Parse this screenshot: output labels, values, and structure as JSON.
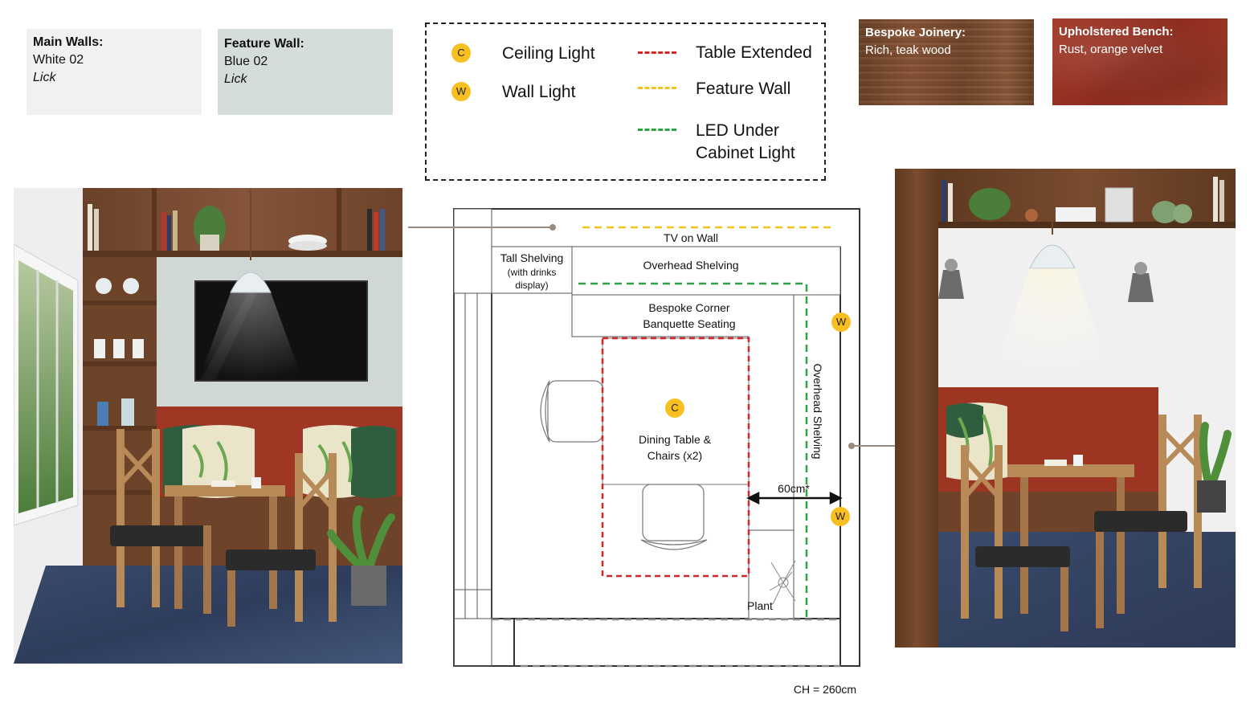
{
  "swatches": {
    "main_walls": {
      "title": "Main Walls:",
      "value": "White 02",
      "brand": "Lick",
      "color": "#f1f1f1"
    },
    "feature_wall": {
      "title": "Feature Wall:",
      "value": "Blue 02",
      "brand": "Lick",
      "color": "#d4ddda"
    },
    "joinery": {
      "title": "Bespoke Joinery:",
      "value": "Rich, teak wood"
    },
    "bench": {
      "title": "Upholstered Bench:",
      "value": "Rust, orange velvet"
    }
  },
  "legend": {
    "ceiling_symbol": "C",
    "ceiling_label": "Ceiling Light",
    "wall_symbol": "W",
    "wall_label": "Wall Light",
    "table_extended": "Table Extended",
    "feature_wall": "Feature Wall",
    "led_line1": "LED Under",
    "led_line2": "Cabinet Light",
    "colors": {
      "table": "#d62728",
      "feature": "#f2c31b",
      "led": "#2ca444",
      "light": "#f7bf1f"
    }
  },
  "plan": {
    "tv": "TV on Wall",
    "tall_shelving": "Tall Shelving",
    "drinks_1": "(with drinks",
    "drinks_2": "display)",
    "overhead_top": "Overhead Shelving",
    "banquette_1": "Bespoke Corner",
    "banquette_2": "Banquette Seating",
    "table_1": "Dining Table &",
    "table_2": "Chairs (x2)",
    "ceiling_symbol": "C",
    "wall_symbol_1": "W",
    "wall_symbol_2": "W",
    "overhead_side": "Overhead Shelving",
    "clearance": "60cm*",
    "plant": "Plant",
    "ceiling_height": "CH = 260cm"
  }
}
